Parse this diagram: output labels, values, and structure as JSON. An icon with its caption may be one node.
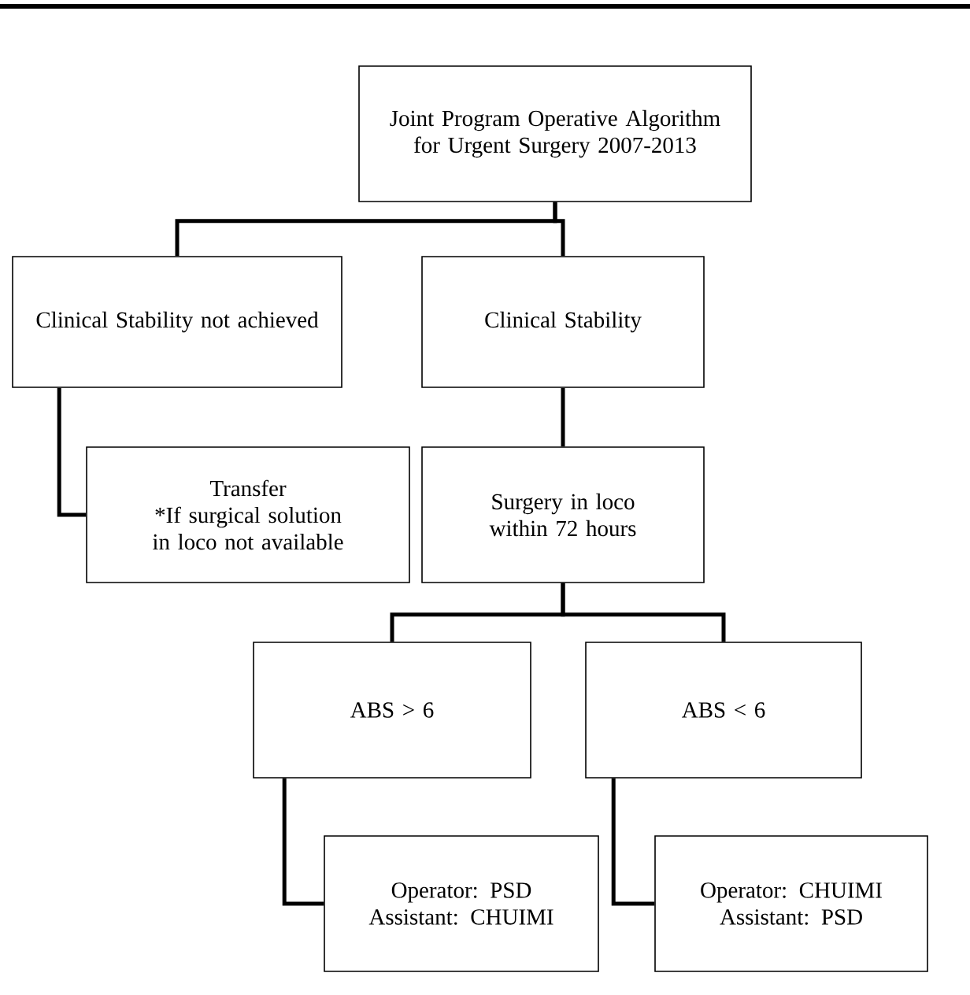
{
  "diagram": {
    "nodes": [
      {
        "text": [
          "Joint  Program Operative Algorithm for Urgent Surgery 2007-2013"
        ]
      },
      {
        "text": [
          "Clinical Stability not achieved"
        ]
      },
      {
        "text": [
          "Clinical Stability"
        ]
      },
      {
        "text": [
          "Transfer",
          "*If surgical solution in loco not available"
        ]
      },
      {
        "text": [
          "Surgery in loco within 72 hours"
        ]
      },
      {
        "text": [
          "ABS > 6"
        ]
      },
      {
        "text": [
          "ABS < 6"
        ]
      },
      {
        "text": [
          "Operator: PSD",
          "Assistant: CHUIMI"
        ]
      },
      {
        "text": [
          "Operator: CHUIMI",
          "Assistant: PSD"
        ]
      }
    ],
    "edges": [
      {
        "from": 0,
        "to": 1,
        "arrow": "none"
      },
      {
        "from": 0,
        "to": 2,
        "arrow": "none"
      },
      {
        "from": 1,
        "to": 3,
        "arrow": "none"
      },
      {
        "from": 2,
        "to": 4,
        "arrow": "none"
      },
      {
        "from": 4,
        "to": 5,
        "arrow": "none"
      },
      {
        "from": 4,
        "to": 6,
        "arrow": "none"
      },
      {
        "from": 5,
        "to": 7,
        "arrow": "none"
      },
      {
        "from": 6,
        "to": 8,
        "arrow": "none"
      }
    ]
  }
}
